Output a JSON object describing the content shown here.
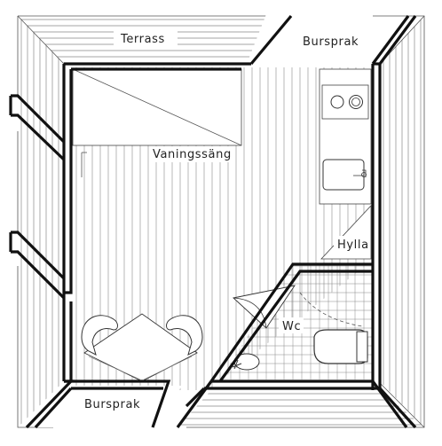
{
  "labels": {
    "terrace": "Terrass",
    "bay_top": "Bursprak",
    "bay_bottom": "Bursprak",
    "bed": "Vaningssäng",
    "shelf": "Hylla",
    "wc": "Wc"
  },
  "colors": {
    "background": "#ffffff",
    "line": "#111111",
    "hatch": "#888888"
  }
}
